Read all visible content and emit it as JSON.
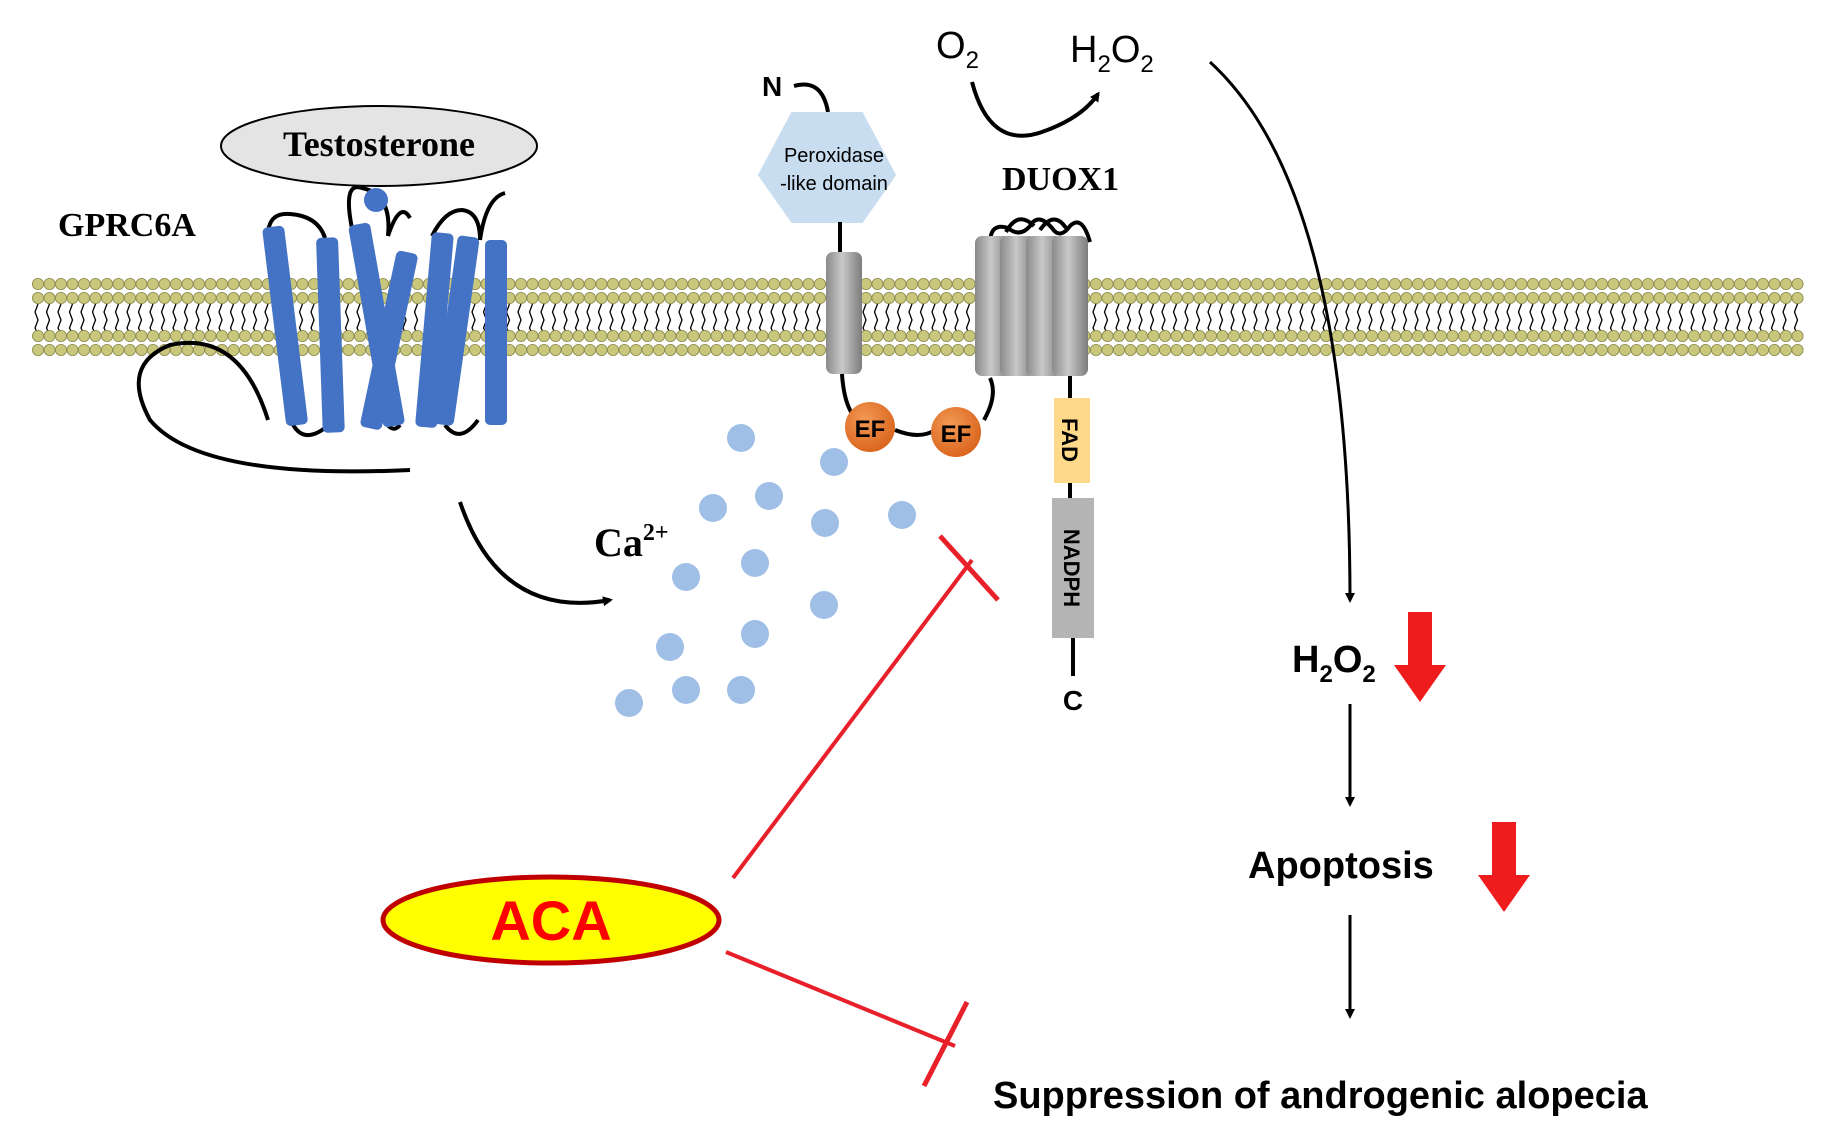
{
  "labels": {
    "testosterone": "Testosterone",
    "gprc6a": "GPRC6A",
    "duox1": "DUOX1",
    "n_terminus": "N",
    "c_terminus": "C",
    "peroxidase_line1": "Peroxidase",
    "peroxidase_line2": "-like domain",
    "ef_left": "EF",
    "ef_right": "EF",
    "fad": "FAD",
    "nadph": "NADPH",
    "ca_base": "Ca",
    "ca_sup": "2+",
    "o2_base": "O",
    "o2_sub": "2",
    "h2o2_top_h": "H",
    "h2o2_top_sub1": "2",
    "h2o2_top_o": "O",
    "h2o2_top_sub2": "2",
    "h2o2_mid_h": "H",
    "h2o2_mid_sub1": "2",
    "h2o2_mid_o": "O",
    "h2o2_mid_sub2": "2",
    "apoptosis": "Apoptosis",
    "suppression": "Suppression of androgenic alopecia",
    "aca": "ACA"
  },
  "colors": {
    "helix_blue": "#4472c4",
    "calcium_dot": "#9fbfe6",
    "ef_orange": "#e87722",
    "fad_yellow": "#ffd98a",
    "nadph_gray": "#b4b4b4",
    "inhibit_red": "#e8202a",
    "decrease_red": "#ee1c1c",
    "aca_fill": "#ffff00",
    "aca_border": "#c00000",
    "lipid_head": "#c9c77c",
    "peroxidase_fill": "#c8ddf0"
  },
  "icons": {
    "decrease_h2o2": "down-arrow-icon",
    "decrease_apoptosis": "down-arrow-icon"
  }
}
